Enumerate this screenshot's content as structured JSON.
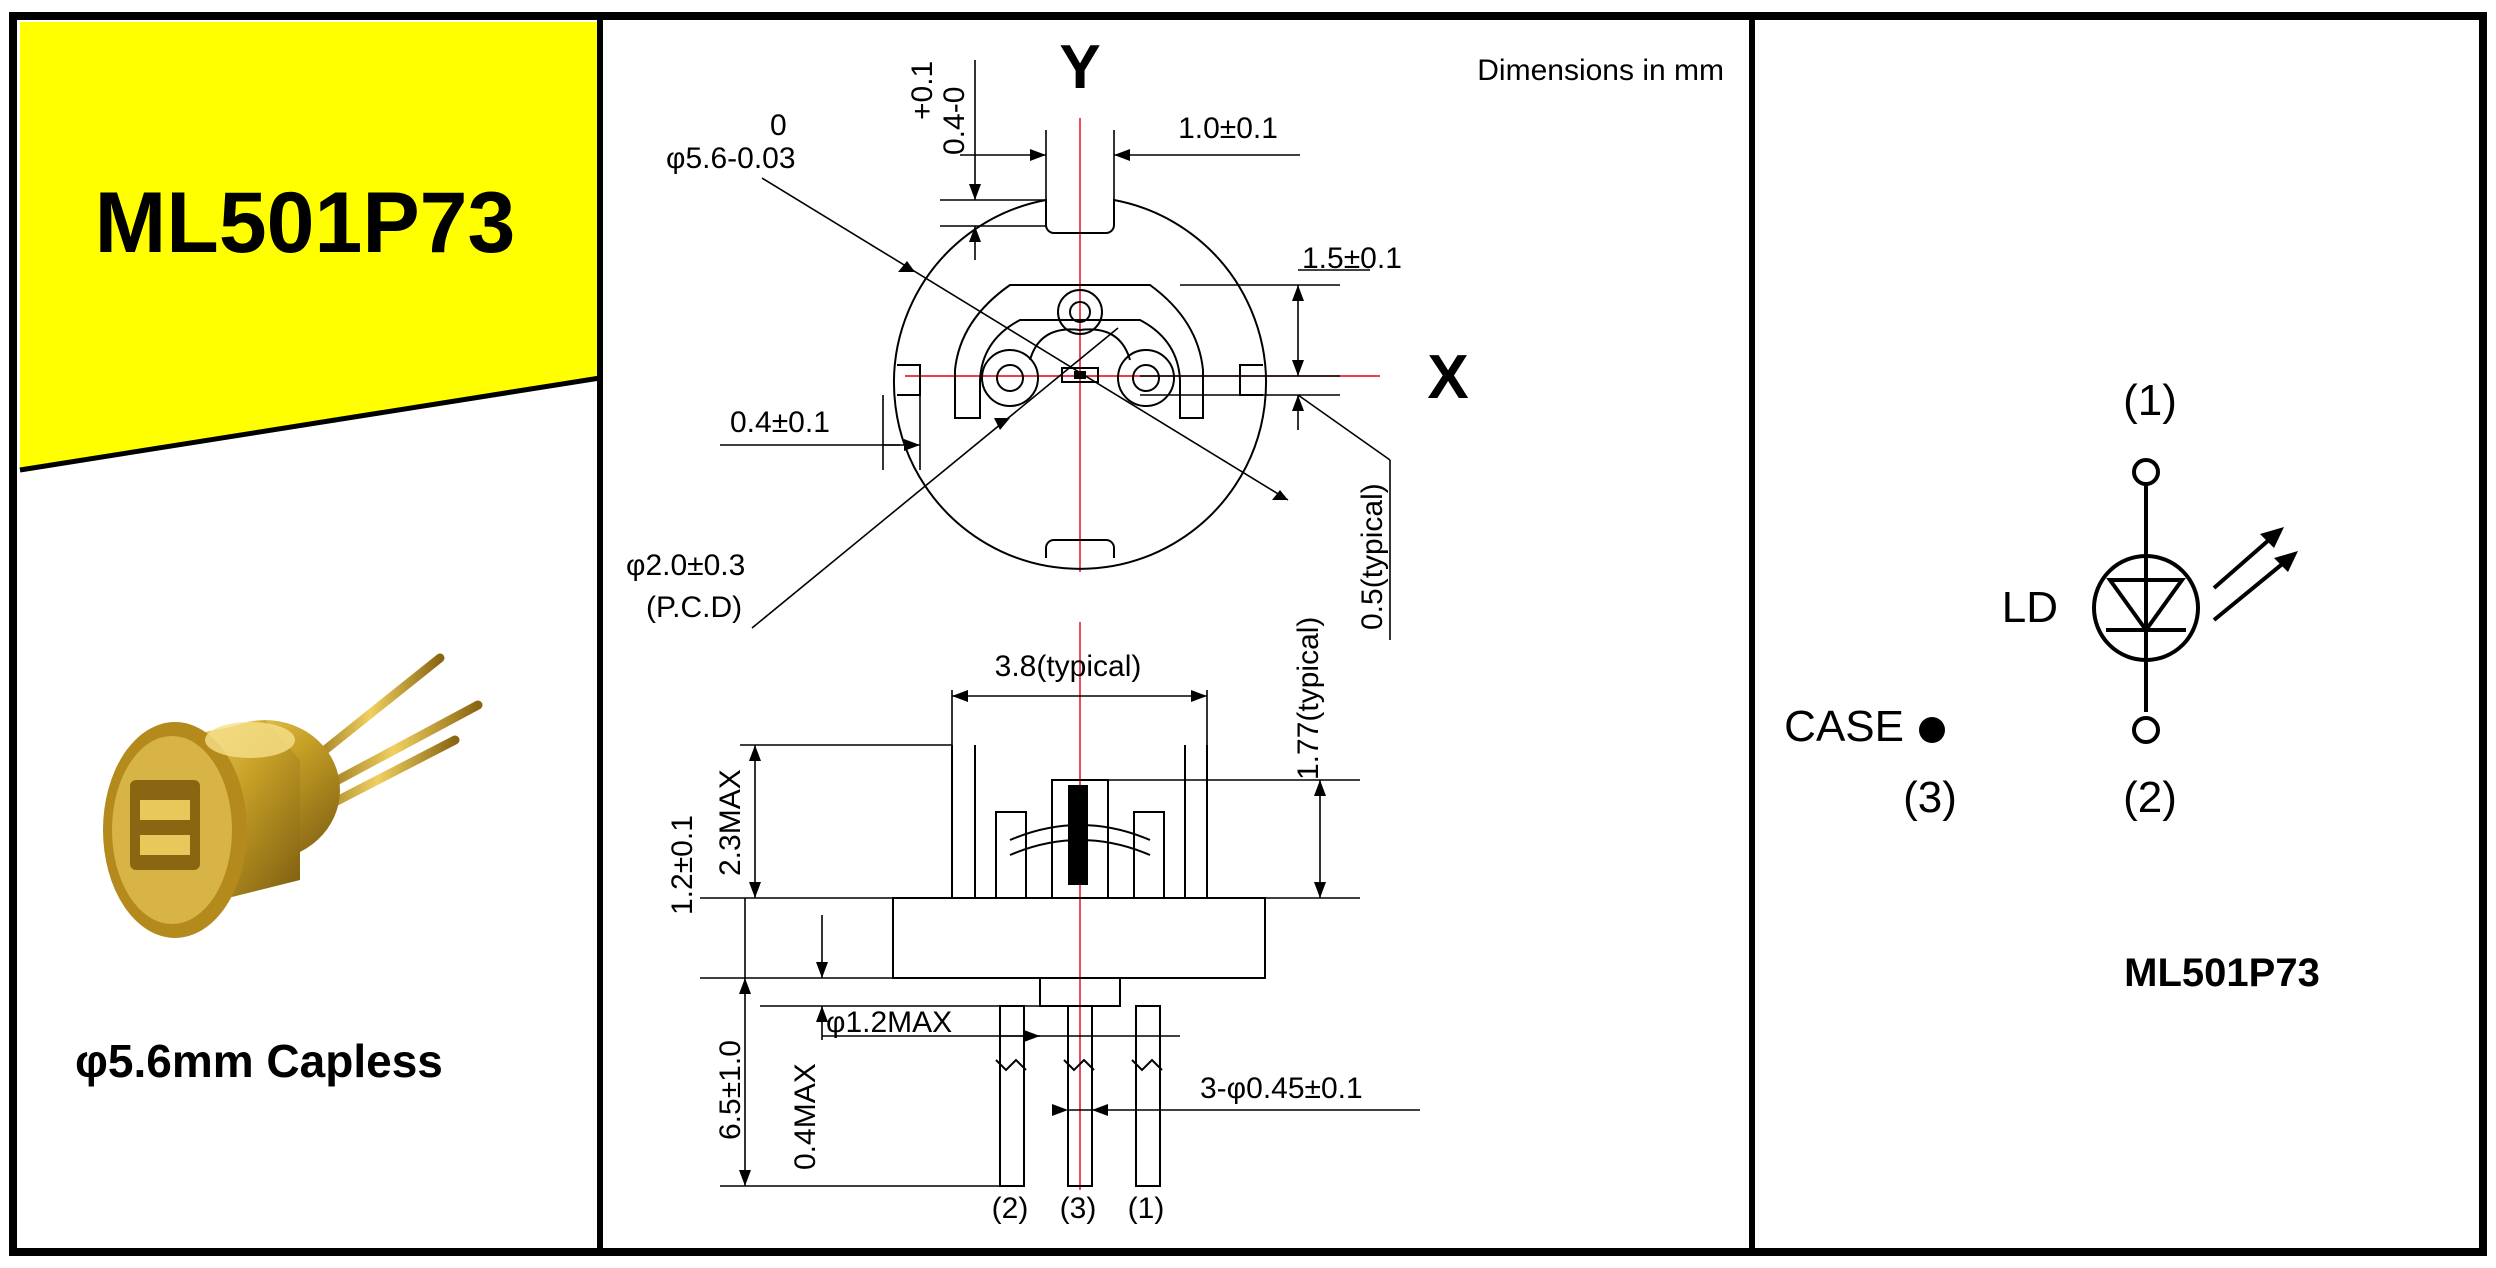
{
  "header": {
    "part_number": "ML501P73",
    "accent_color": "#ffff00"
  },
  "photo": {
    "caption": "φ5.6mm Capless",
    "gold_color": "#c9a227"
  },
  "drawing": {
    "units_note": "Dimensions in mm",
    "axis_x": "X",
    "axis_y": "Y",
    "top_view": {
      "tol_plus": "+0.1",
      "tol_minus": "0.4-0",
      "diameter_tol_zero": "0",
      "diameter": "φ5.6-0.03",
      "notch_width": "1.0±0.1",
      "pin_offset": "1.5±0.1",
      "key_depth": "0.4±0.1",
      "emission_typical": "0.5(typical)",
      "pcd": "φ2.0±0.3",
      "pcd_note": "(P.C.D)"
    },
    "side_view": {
      "width_typical": "3.8(typical)",
      "height_typical": "1.77(typical)",
      "max_height": "2.3MAX",
      "flange_thickness": "1.2±0.1",
      "pin_length": "6.5±1.0",
      "stub_max": "0.4MAX",
      "stub_diameter": "φ1.2MAX",
      "pin_diameter": "3-φ0.45±0.1",
      "pin_labels": [
        "(2)",
        "(3)",
        "(1)"
      ]
    }
  },
  "schematic": {
    "pin1": "(1)",
    "pin2": "(2)",
    "pin3": "(3)",
    "device_label": "LD",
    "case_label": "CASE",
    "part_number": "ML501P73"
  }
}
